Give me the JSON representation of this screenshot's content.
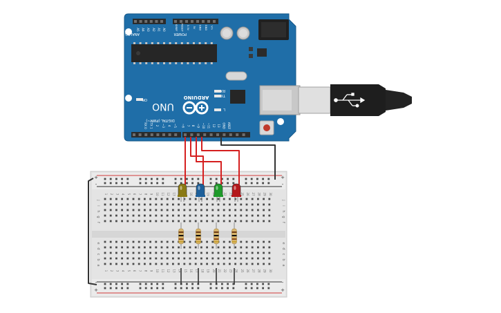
{
  "board": {
    "brand": "ARDUINO",
    "model": "UNO",
    "power_label": "POWER",
    "analog_label": "ANALOG IN",
    "digital_label": "DIGITAL (PWM~)",
    "on_label": "ON",
    "tx_label": "TX",
    "rx_label": "RX",
    "l_label": "L",
    "power_pins": [
      "IOREF",
      "RESET",
      "3.3V",
      "5V",
      "GND",
      "GND",
      "Vin"
    ],
    "analog_pins": [
      "A0",
      "A1",
      "A2",
      "A3",
      "A4",
      "A5"
    ],
    "digital_pins": [
      "AREF",
      "GND",
      "13",
      "12",
      "~11",
      "~10",
      "~9",
      "8",
      "7",
      "~6",
      "~5",
      "4",
      "~3",
      "2",
      "TX 1",
      "RX 0"
    ],
    "color": "#1f6ea8"
  },
  "breadboard": {
    "columns": [
      "1",
      "2",
      "3",
      "4",
      "5",
      "6",
      "7",
      "8",
      "9",
      "10",
      "11",
      "12",
      "13",
      "14",
      "15",
      "16",
      "17",
      "18",
      "19",
      "20",
      "21",
      "22",
      "23",
      "24",
      "25",
      "26",
      "27",
      "28",
      "29",
      "30"
    ],
    "rows_top": [
      "j",
      "i",
      "h",
      "g",
      "f"
    ],
    "rows_bottom": [
      "e",
      "d",
      "c",
      "b",
      "a"
    ],
    "plus": "+",
    "minus": "-"
  },
  "leds": [
    {
      "name": "yellow",
      "color": "#8a7a14"
    },
    {
      "name": "blue",
      "color": "#1d5f9a"
    },
    {
      "name": "green",
      "color": "#1e9a2a"
    },
    {
      "name": "red",
      "color": "#b4181b"
    }
  ],
  "colors": {
    "wire_red": "#d51f1f",
    "wire_black": "#333333",
    "resistor": "#d8b46a"
  }
}
